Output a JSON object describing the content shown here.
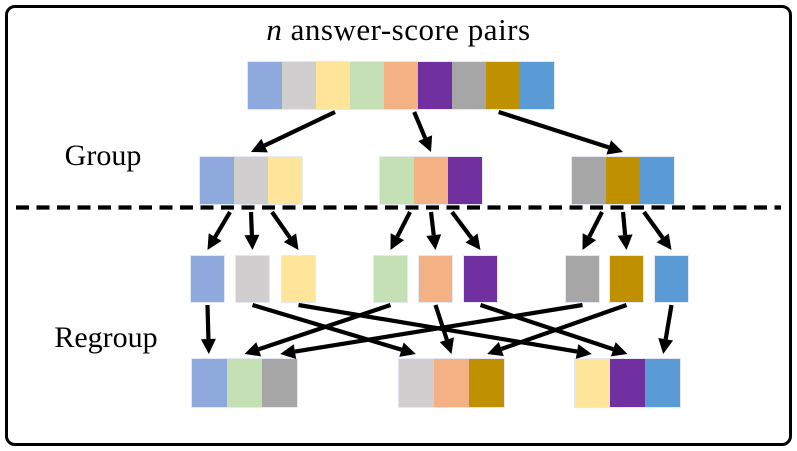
{
  "title": {
    "variable": "n",
    "rest": " answer-score pairs"
  },
  "labels": {
    "group": "Group",
    "regroup": "Regroup"
  },
  "palette": {
    "periwinkle": "#8EA9DB",
    "light_gray": "#D0CECE",
    "light_yellow": "#FFE599",
    "light_green": "#C5E0B4",
    "light_orange": "#F4B183",
    "purple": "#7030A0",
    "gray": "#A6A6A6",
    "gold": "#BF9000",
    "blue": "#5B9BD5"
  },
  "top_bar": {
    "id": "bar",
    "colors": [
      "periwinkle",
      "light_gray",
      "light_yellow",
      "light_green",
      "light_orange",
      "purple",
      "gray",
      "gold",
      "blue"
    ]
  },
  "group_row": [
    {
      "id": "g1",
      "colors": [
        "periwinkle",
        "light_gray",
        "light_yellow"
      ]
    },
    {
      "id": "g2",
      "colors": [
        "light_green",
        "light_orange",
        "purple"
      ]
    },
    {
      "id": "g3",
      "colors": [
        "gray",
        "gold",
        "blue"
      ]
    }
  ],
  "singles_row": [
    {
      "id": "s1",
      "color": "periwinkle"
    },
    {
      "id": "s2",
      "color": "light_gray"
    },
    {
      "id": "s3",
      "color": "light_yellow"
    },
    {
      "id": "s4",
      "color": "light_green"
    },
    {
      "id": "s5",
      "color": "light_orange"
    },
    {
      "id": "s6",
      "color": "purple"
    },
    {
      "id": "s7",
      "color": "gray"
    },
    {
      "id": "s8",
      "color": "gold"
    },
    {
      "id": "s9",
      "color": "blue"
    }
  ],
  "regroup_row": [
    {
      "id": "r1",
      "colors": [
        "periwinkle",
        "light_green",
        "gray"
      ]
    },
    {
      "id": "r2",
      "colors": [
        "light_gray",
        "light_orange",
        "gold"
      ]
    },
    {
      "id": "r3",
      "colors": [
        "light_yellow",
        "purple",
        "blue"
      ]
    }
  ],
  "arrows": {
    "color": "#000000",
    "bar_to_groups": [
      [
        "bar",
        "g1"
      ],
      [
        "bar",
        "g2"
      ],
      [
        "bar",
        "g3"
      ]
    ],
    "groups_to_singles": [
      [
        "g1",
        "s1"
      ],
      [
        "g1",
        "s2"
      ],
      [
        "g1",
        "s3"
      ],
      [
        "g2",
        "s4"
      ],
      [
        "g2",
        "s5"
      ],
      [
        "g2",
        "s6"
      ],
      [
        "g3",
        "s7"
      ],
      [
        "g3",
        "s8"
      ],
      [
        "g3",
        "s9"
      ]
    ],
    "singles_to_regroups": [
      [
        "s1",
        "r1:0"
      ],
      [
        "s4",
        "r1:1"
      ],
      [
        "s7",
        "r1:2"
      ],
      [
        "s2",
        "r2:0"
      ],
      [
        "s5",
        "r2:1"
      ],
      [
        "s8",
        "r2:2"
      ],
      [
        "s3",
        "r3:0"
      ],
      [
        "s6",
        "r3:1"
      ],
      [
        "s9",
        "r3:2"
      ]
    ]
  },
  "style": {
    "background": "#FFFFFF",
    "border_color": "#000000",
    "divider_style": "dashed"
  }
}
